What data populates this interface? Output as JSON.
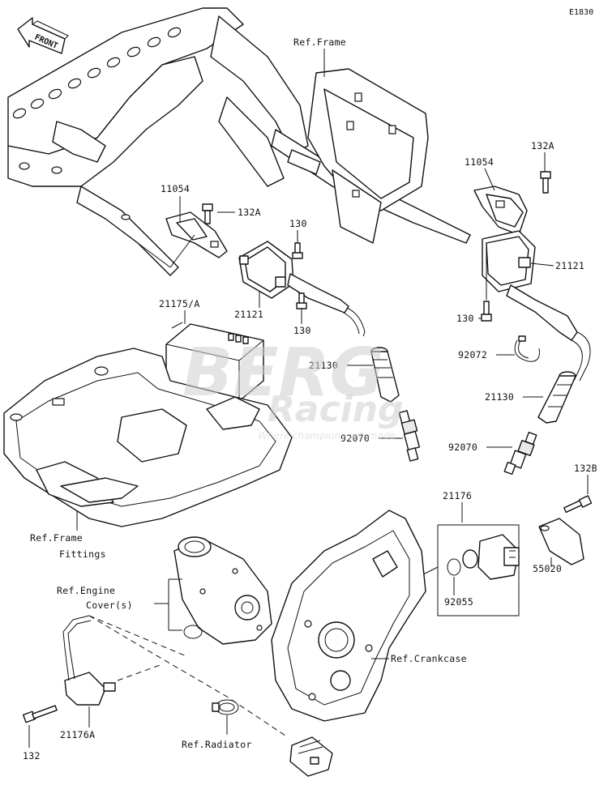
{
  "diagram_code": "E1830",
  "arrow_text": "FRONT",
  "watermark": {
    "line1": "BERG",
    "line2": "Racing",
    "tagline": "Where champions are made"
  },
  "labels": {
    "ref_frame": "Ref.Frame",
    "p11054_left": "11054",
    "p132A_left": "132A",
    "p130_top": "130",
    "p21121_left": "21121",
    "p130_mid": "130",
    "p21175A": "21175/A",
    "p132A_right": "132A",
    "p11054_right": "11054",
    "p21121_right": "21121",
    "p130_right": "130",
    "p92072": "92072",
    "p21130_left": "21130",
    "p21130_right": "21130",
    "p92070_left": "92070",
    "p92070_right": "92070",
    "p132B": "132B",
    "p21176": "21176",
    "p55020": "55020",
    "p92055": "92055",
    "ref_frame_fittings_1": "Ref.Frame",
    "ref_frame_fittings_2": "Fittings",
    "ref_engine_cover_1": "Ref.Engine",
    "ref_engine_cover_2": "Cover(s)",
    "ref_crankcase": "Ref.Crankcase",
    "p21176A": "21176A",
    "p132": "132",
    "ref_radiator": "Ref.Radiator"
  }
}
